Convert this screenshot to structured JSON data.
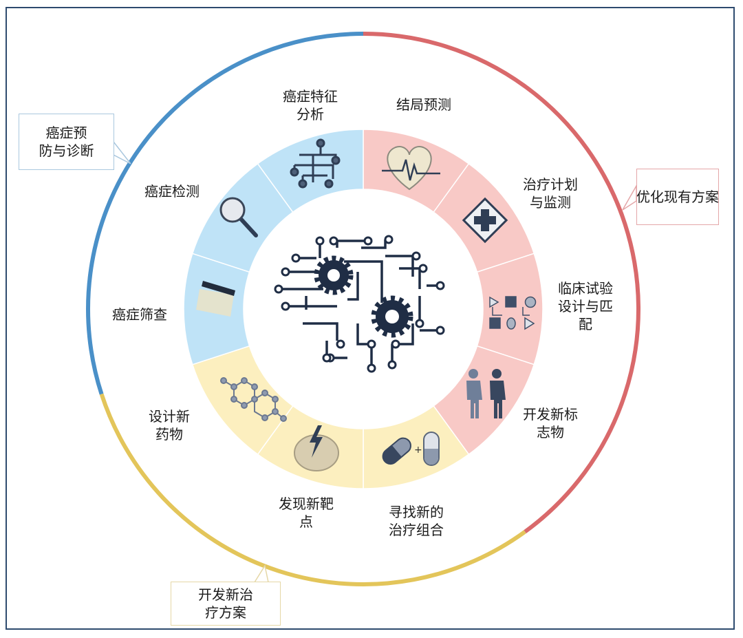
{
  "colors": {
    "blue": "#4a90c8",
    "red": "#d9696b",
    "yellow": "#e3c55a",
    "blue_band": "#bfe3f7",
    "red_band": "#f8c9c6",
    "yellow_band": "#fcefbf",
    "icon": "#2f3e55"
  },
  "groups": [
    {
      "key": "red",
      "title": "优化现有方案",
      "segments": [
        "结局预测",
        "治疗计划\n与监测",
        "临床试验\n设计与匹\n配",
        "开发新标\n志物"
      ]
    },
    {
      "key": "yellow",
      "title": "开发新治\n疗方案",
      "segments": [
        "寻找新的\n治疗组合",
        "发现新靶\n点",
        "设计新\n药物"
      ]
    },
    {
      "key": "blue",
      "title": "癌症预\n防与诊断",
      "segments": [
        "癌症筛查",
        "癌症检测",
        "癌症特征\n分析"
      ]
    }
  ],
  "segment_icons": [
    "heart-ecg-icon",
    "medical-cross-icon",
    "trial-shapes-icon",
    "people-icon",
    "pills-icon",
    "brain-lightning-icon",
    "molecule-icon",
    "screening-icon",
    "magnifier-icon",
    "hierarchy-tree-icon"
  ],
  "center_icon": "ai-brain-circuit-icon"
}
